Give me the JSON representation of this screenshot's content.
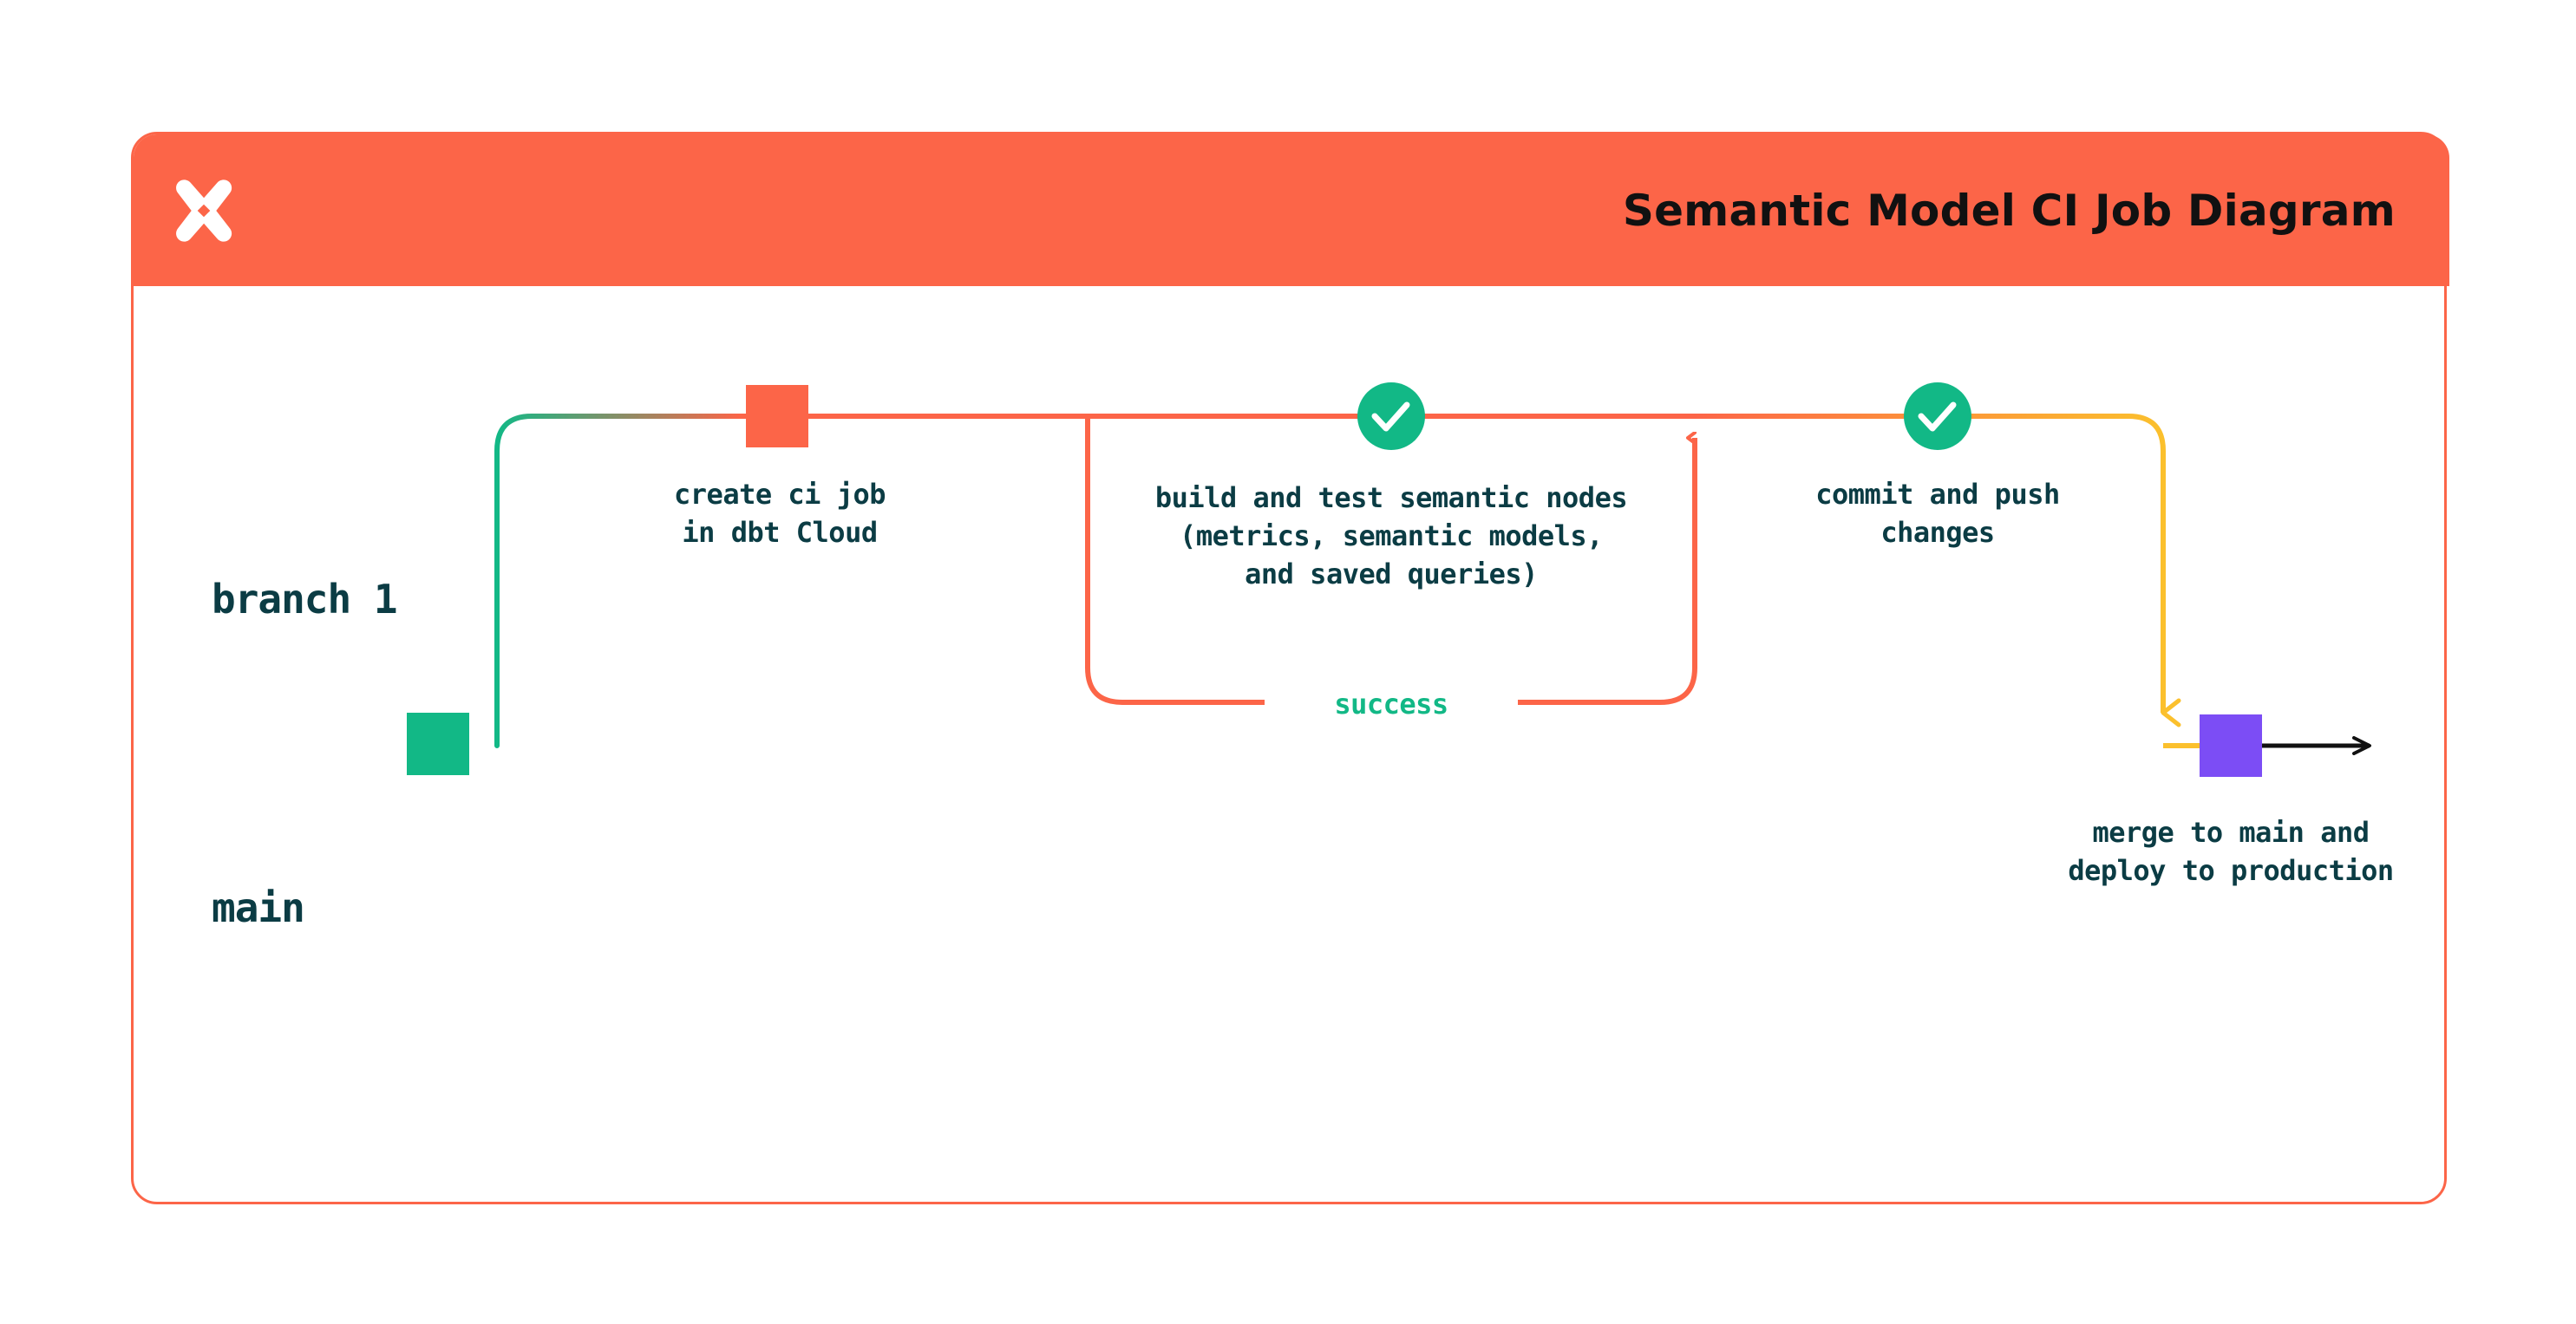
{
  "header": {
    "logo_icon": "dbt-logo-icon",
    "title": "Semantic Model CI Job Diagram",
    "background_color": "#FC6548"
  },
  "theme": {
    "orange": "#FC6548",
    "teal": "#12B886",
    "green": "#12B886",
    "yellow": "#FBC02D",
    "purple": "#7C4DF5",
    "black": "#111111",
    "text_dark": "#0B3C44",
    "card_background": "#FFFFFF"
  },
  "diagram": {
    "type": "git-branch-flow",
    "branches": [
      {
        "id": "branch-1",
        "label": "branch 1",
        "color": "#FC6548",
        "lane": "top"
      },
      {
        "id": "main",
        "label": "main",
        "color": "#12B886",
        "lane": "bottom"
      }
    ],
    "nodes": [
      {
        "id": "create-ci-job",
        "marker": "square",
        "marker_color": "#FC6548",
        "label": "create ci job\nin dbt Cloud",
        "line1": "create ci job",
        "line2": "in dbt Cloud",
        "branch": "branch-1"
      },
      {
        "id": "build-and-test",
        "marker": "check-circle",
        "marker_color": "#12B886",
        "label": "build and test semantic nodes\n(metrics, semantic models,\nand saved queries)",
        "line1": "build and test semantic nodes",
        "line2": "(metrics, semantic models,",
        "line3": "and saved queries)",
        "branch": "branch-1",
        "loop_label": "success",
        "loop_label_color": "#12B886"
      },
      {
        "id": "commit-and-push",
        "marker": "check-circle",
        "marker_color": "#12B886",
        "label": "commit and push\nchanges",
        "line1": "commit and push",
        "line2": "changes",
        "branch": "branch-1"
      },
      {
        "id": "merge-to-main",
        "marker": "square",
        "marker_color": "#7C4DF5",
        "label": "merge to main and\ndeploy to production",
        "line1": "merge to main and",
        "line2": "deploy to production",
        "branch": "main"
      }
    ],
    "edges": [
      {
        "id": "branch-off",
        "from": "main",
        "to": "branch-1",
        "color_from": "#12B886",
        "color_to": "#FC6548"
      },
      {
        "id": "retry-loop",
        "from": "build-and-test",
        "to": "build-and-test",
        "label": "success",
        "color": "#FC6548"
      },
      {
        "id": "merge-down",
        "from": "commit-and-push",
        "to": "main",
        "color": "#FBC02D"
      },
      {
        "id": "production",
        "from": "merge-to-main",
        "to": "end",
        "color": "#111111",
        "arrow": true
      }
    ]
  }
}
